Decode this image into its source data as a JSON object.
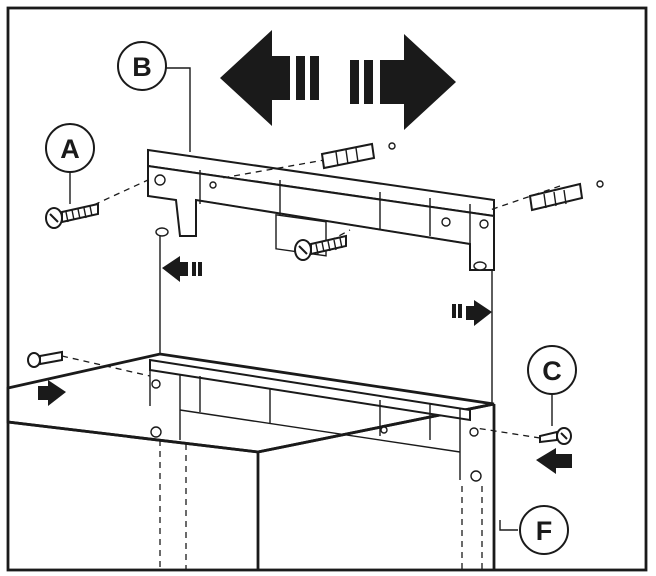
{
  "callouts": {
    "a": "A",
    "b": "B",
    "c": "C",
    "f": "F"
  },
  "icons": [
    "wall-rail-bracket",
    "screw",
    "wall-plug",
    "cabinet",
    "double-arrow",
    "direction-arrow"
  ],
  "colors": {
    "ink": "#1a1a1a",
    "background": "#ffffff"
  }
}
